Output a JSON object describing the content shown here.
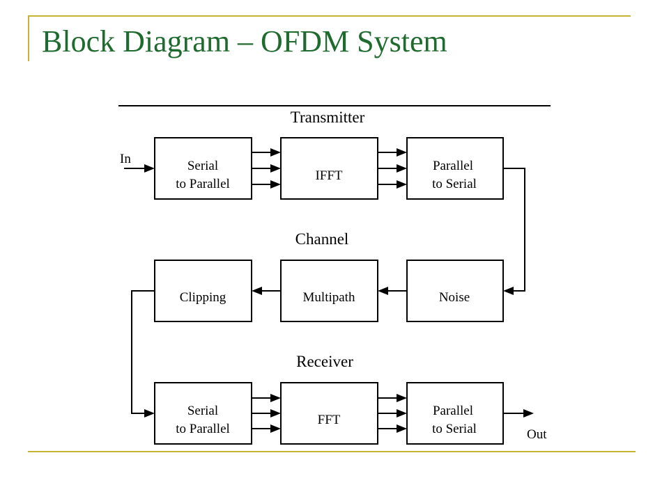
{
  "colors": {
    "accent": "#c8b432",
    "title": "#1f6b2e",
    "ink": "#000000"
  },
  "slide": {
    "title": "Block Diagram – OFDM System"
  },
  "diagram": {
    "sections": {
      "transmitter": "Transmitter",
      "channel": "Channel",
      "receiver": "Receiver"
    },
    "io": {
      "input": "In",
      "output": "Out"
    },
    "blocks": {
      "tx_serial_to_parallel": [
        "Serial",
        "to Parallel"
      ],
      "ifft": [
        "IFFT"
      ],
      "tx_parallel_to_serial": [
        "Parallel",
        "to Serial"
      ],
      "noise": [
        "Noise"
      ],
      "multipath": [
        "Multipath"
      ],
      "clipping": [
        "Clipping"
      ],
      "rx_serial_to_parallel": [
        "Serial",
        "to Parallel"
      ],
      "fft": [
        "FFT"
      ],
      "rx_parallel_to_serial": [
        "Parallel",
        "to Serial"
      ]
    }
  }
}
